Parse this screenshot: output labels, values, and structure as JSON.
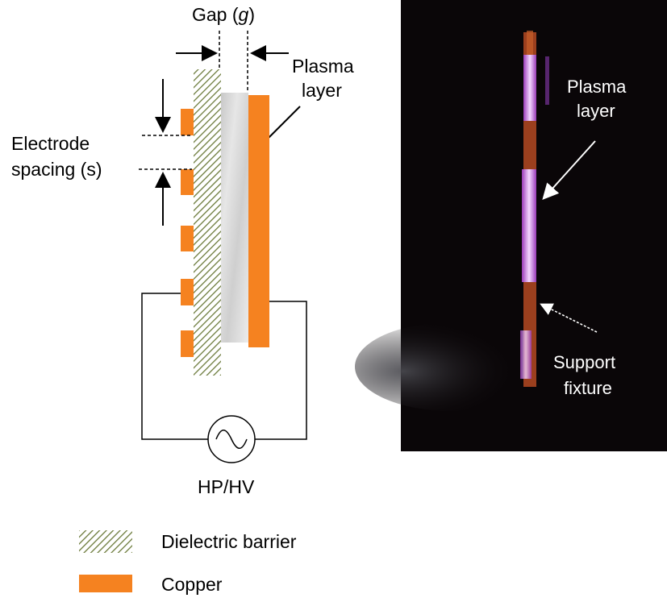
{
  "diagram": {
    "gap_label": "Gap (",
    "gap_symbol": "g",
    "gap_label_close": ")",
    "plasma_label_line1": "Plasma",
    "plasma_label_line2": "layer",
    "electrode_label_line1": "Electrode",
    "electrode_label_line2": "spacing (s)",
    "power_label": "HP/HV"
  },
  "photo": {
    "plasma_label_line1": "Plasma",
    "plasma_label_line2": "layer",
    "support_label_line1": "Support",
    "support_label_line2": "fixture"
  },
  "legend": {
    "items": [
      {
        "label": "Dielectric barrier",
        "color": "#6b7a3a"
      },
      {
        "label": "Copper",
        "color": "#f58220"
      }
    ]
  },
  "colors": {
    "copper": "#f58220",
    "dielectric": "#6b7a3a",
    "plasma_gray": "#d4d4d4",
    "photo_bg": "#0a0608",
    "plasma_glow": "#e8b8f0",
    "plasma_purple": "#b04ad0"
  }
}
